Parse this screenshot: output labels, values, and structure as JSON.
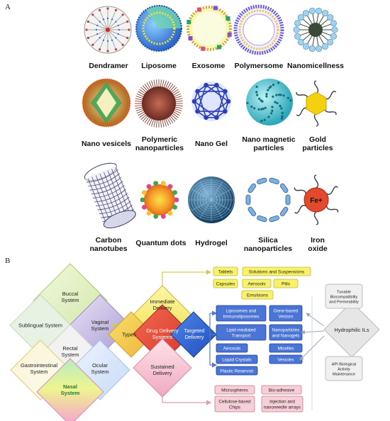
{
  "panel_a": {
    "letter": "A",
    "items": [
      {
        "label": "Dendramer",
        "icon": "dendrimer-icon"
      },
      {
        "label": "Liposome",
        "icon": "liposome-icon"
      },
      {
        "label": "Exosome",
        "icon": "exosome-icon"
      },
      {
        "label": "Polymersome",
        "icon": "polymersome-icon"
      },
      {
        "label": "Nanomicellness",
        "icon": "nanomicelle-icon"
      },
      {
        "label": "Nano vesicels",
        "icon": "nano-vesicle-icon"
      },
      {
        "label": "Polymeric\nnanoparticles",
        "icon": "polymeric-nanoparticle-icon"
      },
      {
        "label": "Nano Gel",
        "icon": "nano-gel-icon"
      },
      {
        "label": "Nano magnetic\nparticles",
        "icon": "magnetic-particle-icon"
      },
      {
        "label": "Gold\nparticles",
        "icon": "gold-particle-icon"
      },
      {
        "label": "Carbon\nnanotubes",
        "icon": "carbon-nanotube-icon"
      },
      {
        "label": "Quantum dots",
        "icon": "quantum-dot-icon"
      },
      {
        "label": "Hydrogel",
        "icon": "hydrogel-icon"
      },
      {
        "label": "Silica\nnanoparticles",
        "icon": "silica-nanoparticle-icon"
      },
      {
        "label": "Iron\noxide",
        "icon": "iron-oxide-icon",
        "core_label": "Fe+"
      }
    ]
  },
  "panel_b": {
    "letter": "B",
    "routes": {
      "buccal": "Buccal\nSystem",
      "sublingual": "Sublingual System",
      "vaginal": "Vaginal\nSystem",
      "rectal": "Rectal\nSystem",
      "gastro": "Gastrointestinal\nSystem",
      "ocular": "Ocular\nSystem",
      "nasal": "Nasal\nSystem"
    },
    "center": {
      "immediate": "Immediate\nDelivery",
      "types": "Types",
      "drug": "Drug Delivery\nSystems",
      "targeted": "Targeted\nDelivery",
      "sustained": "Sustained\nDelivery"
    },
    "immediate_items": [
      "Tablets",
      "Solutions and Suspensions",
      "Capsules",
      "Aerosols",
      "Pills",
      "Emulsions"
    ],
    "targeted_items": [
      "Liposomes and\nImmunoliposomes",
      "Gene-based\nVectors",
      "Lipid-mediated\nTransport",
      "Nanoparticles\nand Nanogels",
      "Aerosols",
      "Micelles",
      "Liquid Crystals",
      "Vesicles",
      "Plastic Reservoir"
    ],
    "sustained_items": [
      "Microspheres",
      "Bio-adhesive",
      "Cellulose-based\nChips",
      "Injection and\nnanoneedle arrays"
    ],
    "ils": {
      "center": "Hydrophilic ILs",
      "top": "Tunable\nBiocompatibility\nand Permeability",
      "bottom": "API Biological\nActivity\nMaintenance"
    }
  },
  "colors": {
    "yellow_box": "#f7f26a",
    "blue_box": "#4a74d6",
    "pink_box": "#f6cfd8",
    "gray_box": "#eeeeee"
  }
}
